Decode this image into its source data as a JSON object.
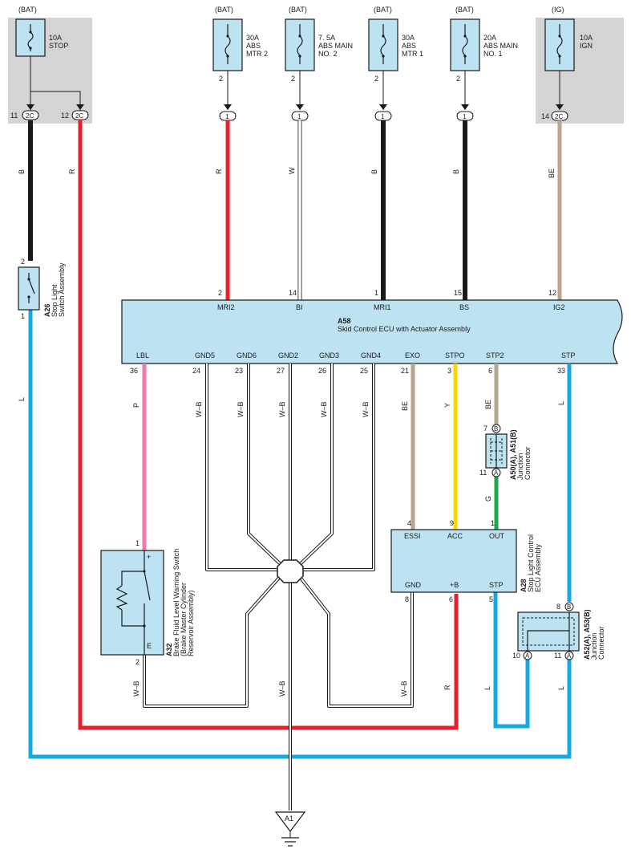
{
  "fuses": [
    {
      "id": "stop",
      "source": "(BAT)",
      "amp": "10A",
      "name": [
        "STOP"
      ],
      "pins": [
        "11",
        "12"
      ],
      "conn": "2C"
    },
    {
      "id": "mtr2",
      "source": "(BAT)",
      "amp": "30A",
      "name": [
        "ABS",
        "MTR 2"
      ],
      "pin": "2",
      "conn": "1"
    },
    {
      "id": "main2",
      "source": "(BAT)",
      "amp": "7. 5A",
      "name": [
        "ABS MAIN",
        "NO. 2"
      ],
      "pin": "2",
      "conn": "1"
    },
    {
      "id": "mtr1",
      "source": "(BAT)",
      "amp": "30A",
      "name": [
        "ABS",
        "MTR 1"
      ],
      "pin": "2",
      "conn": "1"
    },
    {
      "id": "main1",
      "source": "(BAT)",
      "amp": "20A",
      "name": [
        "ABS MAIN",
        "NO. 1"
      ],
      "pin": "2",
      "conn": "1"
    },
    {
      "id": "ign",
      "source": "(IG)",
      "amp": "10A",
      "name": [
        "IGN"
      ],
      "pin": "14",
      "conn": "2C"
    }
  ],
  "ecu": {
    "code": "A58",
    "name": "Skid Control ECU with Actuator Assembly",
    "top_pins": [
      {
        "num": "2",
        "label": "MRI2",
        "color": "R"
      },
      {
        "num": "14",
        "label": "BI",
        "color": "W"
      },
      {
        "num": "1",
        "label": "MRI1",
        "color": "B"
      },
      {
        "num": "15",
        "label": "BS",
        "color": "B"
      },
      {
        "num": "12",
        "label": "IG2",
        "color": "BE"
      }
    ],
    "bottom_pins": [
      {
        "num": "36",
        "label": "LBL",
        "color": "P"
      },
      {
        "num": "24",
        "label": "GND5",
        "color": "W–B"
      },
      {
        "num": "23",
        "label": "GND6",
        "color": "W–B"
      },
      {
        "num": "27",
        "label": "GND2",
        "color": "W–B"
      },
      {
        "num": "26",
        "label": "GND3",
        "color": "W–B"
      },
      {
        "num": "25",
        "label": "GND4",
        "color": "W–B"
      },
      {
        "num": "21",
        "label": "EXO",
        "color": "BE"
      },
      {
        "num": "3",
        "label": "STPO",
        "color": "Y"
      },
      {
        "num": "6",
        "label": "STP2",
        "color": "BE"
      },
      {
        "num": "33",
        "label": "STP",
        "color": "L"
      }
    ]
  },
  "stop_switch": {
    "code": "A26",
    "name": [
      "Stop Light",
      "Switch Assembly"
    ],
    "pin_top": "2",
    "pin_bottom": "1",
    "wire_top": "B",
    "wire_right": "R",
    "wire_bottom": "L"
  },
  "brake_switch": {
    "code": "A32",
    "name": [
      "Brake Fluid Level Warning Switch",
      "(Brake Master Cylinder",
      "Reservoir Assembly)"
    ],
    "pin_top": "1",
    "pin_bottom": "2",
    "plus": "+",
    "e": "E",
    "wire_bottom": "W–B"
  },
  "stop_ecu": {
    "code": "A28",
    "name": [
      "Stop Light Control",
      "ECU Assembly"
    ],
    "pins_top": [
      {
        "num": "4",
        "label": "ESSI"
      },
      {
        "num": "9",
        "label": "ACC"
      },
      {
        "num": "1",
        "label": "OUT"
      }
    ],
    "pins_bottom": [
      {
        "num": "8",
        "label": "GND"
      },
      {
        "num": "6",
        "label": "+B"
      },
      {
        "num": "5",
        "label": "STP"
      }
    ],
    "wire_gnd": "W–B",
    "wire_b": "R",
    "wire_stp": "L"
  },
  "junction1": {
    "code": "A50(A), A51(B)",
    "name": [
      "Junction",
      "Connector"
    ],
    "pin_top": "7",
    "conn_top": "B",
    "pin_bottom": "11",
    "conn_bottom": "A",
    "wire": "G"
  },
  "junction2": {
    "code": "A52(A), A53(B)",
    "name": [
      "Junction",
      "Connector"
    ],
    "pin_top": "8",
    "conn_top": "B",
    "pins_bottom": [
      "10",
      "11"
    ],
    "conn_bottom": "A",
    "wire_left": "L",
    "wire_right": "L"
  },
  "ground": {
    "label": "A1",
    "wire": "W–B"
  },
  "colors": {
    "red": "#e8202a",
    "black": "#1a1a1a",
    "white": "#ffffff",
    "beige": "#b7a58c",
    "blue": "#16a8e3",
    "pink": "#f07ab2",
    "yellow": "#ffd400",
    "green": "#1aa84a",
    "box": "#bde3f2",
    "gray": "#d4d4d4"
  }
}
